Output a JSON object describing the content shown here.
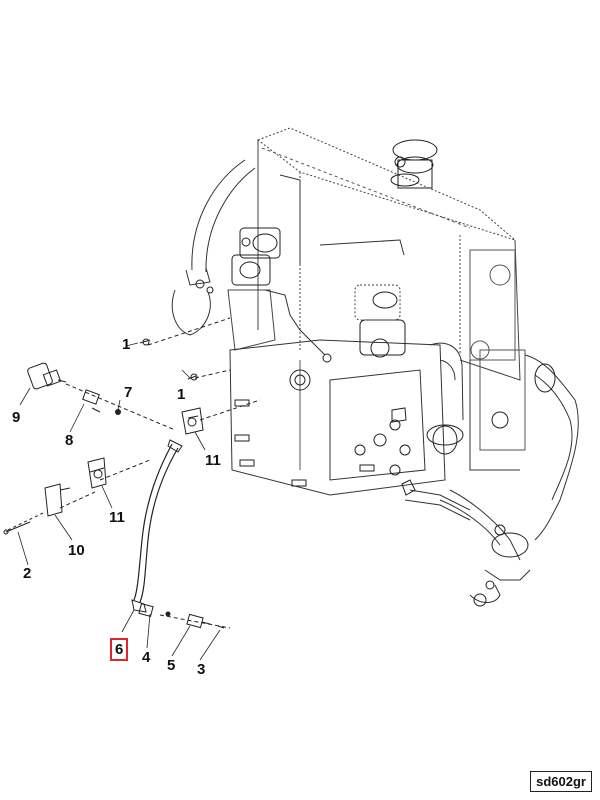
{
  "diagram": {
    "reference_code": "sd602gr",
    "highlighted_callout": "6",
    "highlight_color": "#e0262b",
    "callouts": {
      "c1a": "1",
      "c1b": "1",
      "c2": "2",
      "c3": "3",
      "c4": "4",
      "c5": "5",
      "c6": "6",
      "c7": "7",
      "c8": "8",
      "c9": "9",
      "c10": "10",
      "c11a": "11",
      "c11b": "11"
    }
  }
}
